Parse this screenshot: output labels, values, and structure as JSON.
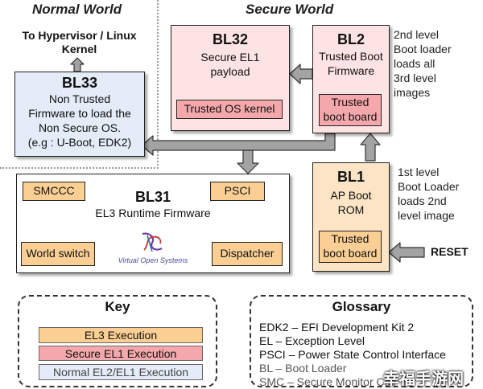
{
  "headers": {
    "normal_world": "Normal World",
    "secure_world": "Secure World"
  },
  "hypervisor_label": [
    "To Hypervisor / Linux",
    "Kernel"
  ],
  "bl33": {
    "title": "BL33",
    "lines": [
      "Non Trusted",
      "Firmware to load the",
      "Non Secure OS.",
      "(e.g : U-Boot, EDK2)"
    ]
  },
  "bl32": {
    "title": "BL32",
    "lines": [
      "Secure EL1",
      "payload"
    ],
    "sub": "Trusted OS kernel"
  },
  "bl2": {
    "title": "BL2",
    "lines": [
      "Trusted Boot",
      "Firmware"
    ],
    "sub": [
      "Trusted",
      "boot board"
    ],
    "note": [
      "2nd level",
      "Boot loader",
      "loads all",
      "3rd level",
      "images"
    ]
  },
  "bl31": {
    "title": "BL31",
    "subtitle": "EL3 Runtime Firmware",
    "smccc": "SMCCC",
    "psci": "PSCI",
    "world_switch": "World switch",
    "dispatcher": "Dispatcher",
    "logo_text": "Virtual Open Systems"
  },
  "bl1": {
    "title": "BL1",
    "lines": [
      "AP Boot",
      "ROM"
    ],
    "sub": [
      "Trusted",
      "boot board"
    ],
    "note": [
      "1st level",
      "Boot Loader",
      "loads 2nd",
      "level image"
    ]
  },
  "reset": "RESET",
  "key": {
    "title": "Key",
    "items": [
      "EL3 Execution",
      "Secure EL1 Execution",
      "Normal EL2/EL1 Execution"
    ]
  },
  "glossary": {
    "title": "Glossary",
    "items": [
      "EDK2 – EFI Development Kit 2",
      "EL – Exception Level",
      "PSCI – Power State Control Interface",
      "BL – Boot Loader",
      "SMC – Secure Monitor Call"
    ]
  },
  "watermark": "幸福手游网",
  "colors": {
    "el3": "#fce4c4",
    "el3_strong": "#fbcf94",
    "secure": "#fde3e3",
    "secure_strong": "#f4a8ab",
    "normal": "#e4ecf8",
    "arrow": "#a3a3a3"
  }
}
